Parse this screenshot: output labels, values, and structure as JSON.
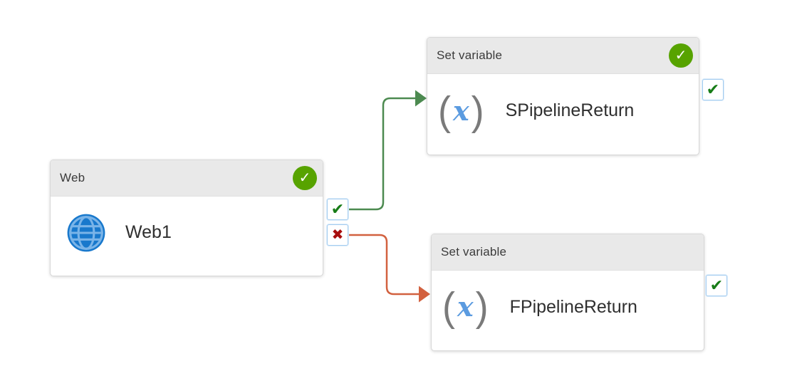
{
  "canvas": {
    "label": "pipeline-designer-canvas",
    "background": "#FFFFFF"
  },
  "colors": {
    "header_bg": "#E9E9E9",
    "success_badge_green": "#57A300",
    "port_check_green": "#177C17",
    "port_cross_red": "#A80E0E",
    "connector_success_green": "#4C8A50",
    "connector_failure_red": "#D2613F",
    "globe_blue": "#1878CC",
    "globe_lines_blue": "#7AB4E8",
    "variable_x_blue": "#5B9BE0"
  },
  "glyphs": {
    "badge_success": "✓",
    "port_success": "✔",
    "port_failure": "✖",
    "set_variable_open": "(",
    "set_variable_x": "x",
    "set_variable_close": ")"
  },
  "nodes": {
    "web": {
      "type_label": "Web",
      "name": "Web1",
      "icon": "globe-icon",
      "status_badge": "success"
    },
    "set_variable_success": {
      "type_label": "Set variable",
      "name": "SPipelineReturn",
      "icon": "set-variable-icon",
      "status_badge": "success"
    },
    "set_variable_failure": {
      "type_label": "Set variable",
      "name": "FPipelineReturn",
      "icon": "set-variable-icon",
      "status_badge": ""
    }
  },
  "connectors": {
    "success": {
      "from": "Web1",
      "to": "SPipelineReturn",
      "condition": "on-success",
      "color": "#4C8A50"
    },
    "failure": {
      "from": "Web1",
      "to": "FPipelineReturn",
      "condition": "on-failure",
      "color": "#D2613F"
    }
  }
}
